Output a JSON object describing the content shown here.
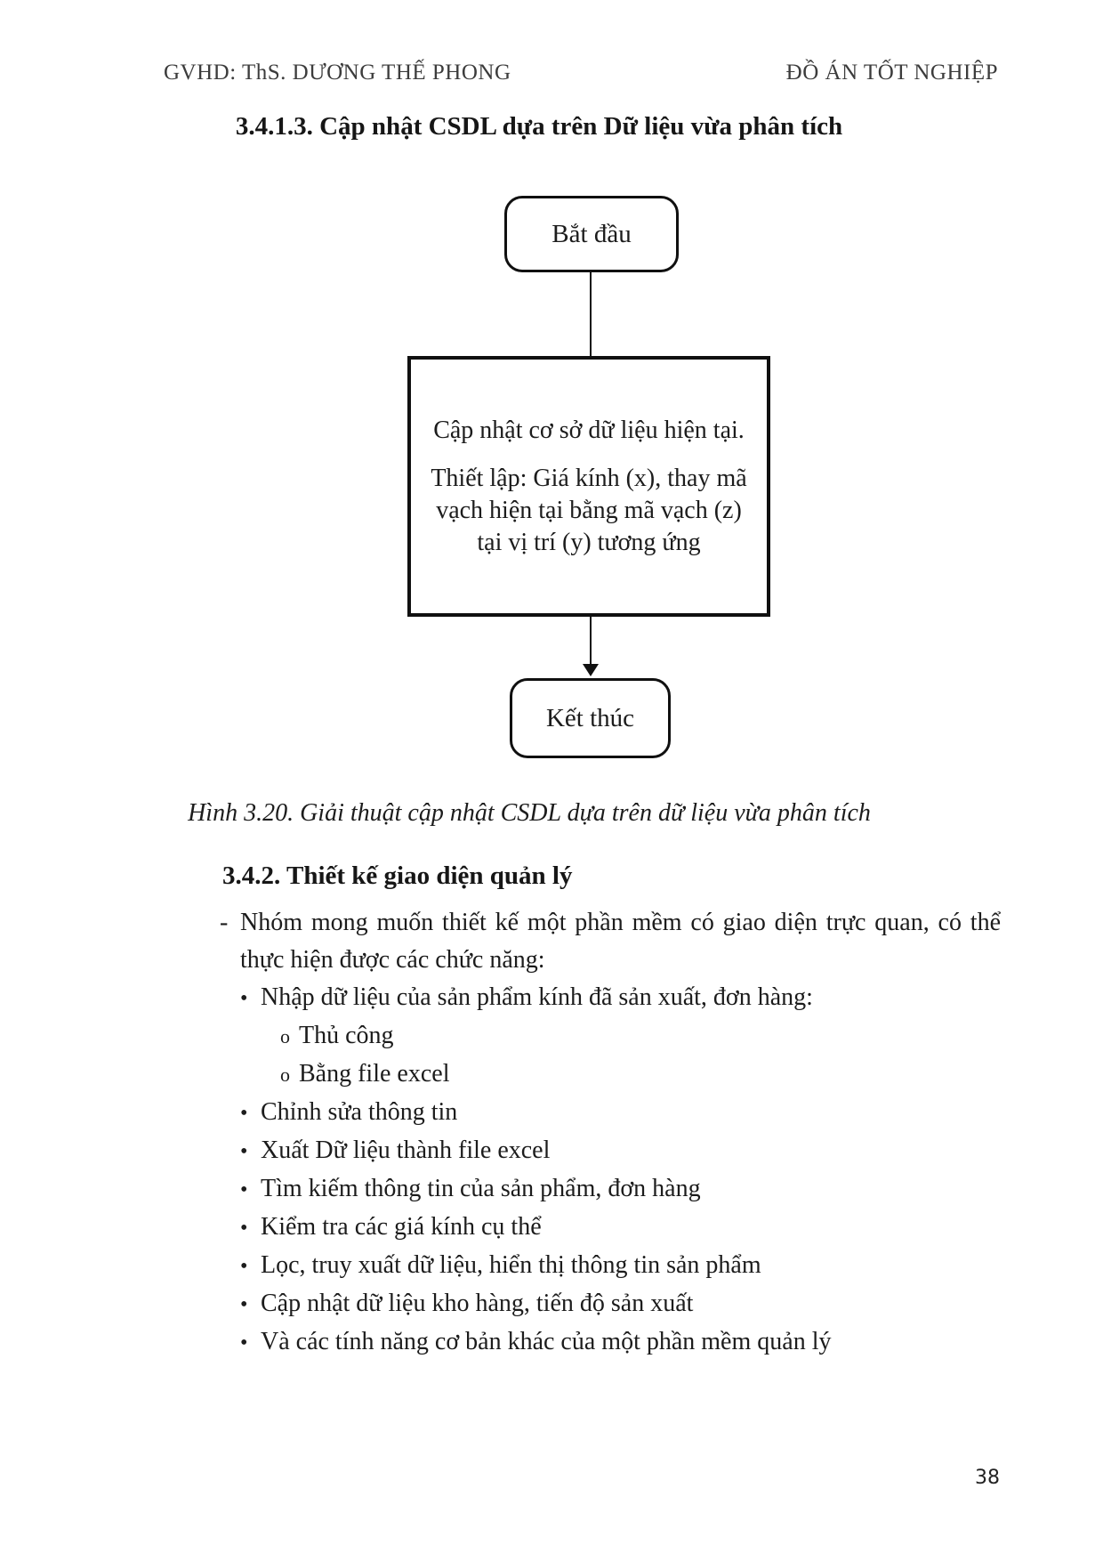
{
  "header": {
    "left": "GVHD: ThS. DƯƠNG THẾ PHONG",
    "right": "ĐỒ ÁN TỐT NGHIỆP"
  },
  "section_title": "3.4.1.3. Cập nhật CSDL dựa trên Dữ liệu vừa phân tích",
  "flowchart": {
    "start_label": "Bắt đầu",
    "process": {
      "line1": "Cập nhật cơ sở dữ liệu hiện tại.",
      "line2": "Thiết lập: Giá kính (x), thay mã vạch hiện tại bằng mã vạch (z) tại vị trí (y) tương ứng"
    },
    "end_label": "Kết thúc"
  },
  "figure_caption": "Hình 3.20. Giải thuật cập nhật CSDL dựa trên dữ liệu vừa phân tích",
  "subsection": {
    "title": "3.4.2. Thiết kế giao diện quản lý",
    "intro": {
      "marker": "-",
      "line1": "Nhóm mong muốn thiết kế một phần mềm có giao diện trực quan, có thể",
      "line2": "thực hiện được các chức năng:"
    },
    "marker_disc": "•",
    "marker_circle": "o",
    "features": [
      {
        "level": 1,
        "text": "Nhập dữ liệu của sản phẩm kính đã sản xuất, đơn hàng:"
      },
      {
        "level": 2,
        "text": "Thủ công"
      },
      {
        "level": 2,
        "text": "Bằng file excel"
      },
      {
        "level": 1,
        "text": "Chỉnh sửa thông tin"
      },
      {
        "level": 1,
        "text": "Xuất Dữ liệu thành file excel"
      },
      {
        "level": 1,
        "text": "Tìm kiếm thông tin của sản phẩm, đơn hàng"
      },
      {
        "level": 1,
        "text": "Kiểm tra các giá kính cụ thể"
      },
      {
        "level": 1,
        "text": "Lọc, truy xuất dữ liệu, hiển thị thông tin sản phẩm"
      },
      {
        "level": 1,
        "text": "Cập nhật dữ liệu kho hàng, tiến độ sản xuất"
      },
      {
        "level": 1,
        "text": "Và các tính năng cơ bản khác của một phần mềm quản lý"
      }
    ]
  },
  "page_number": "38",
  "colors": {
    "background": "#ffffff",
    "text": "#1c1c1c",
    "line": "#101010"
  }
}
